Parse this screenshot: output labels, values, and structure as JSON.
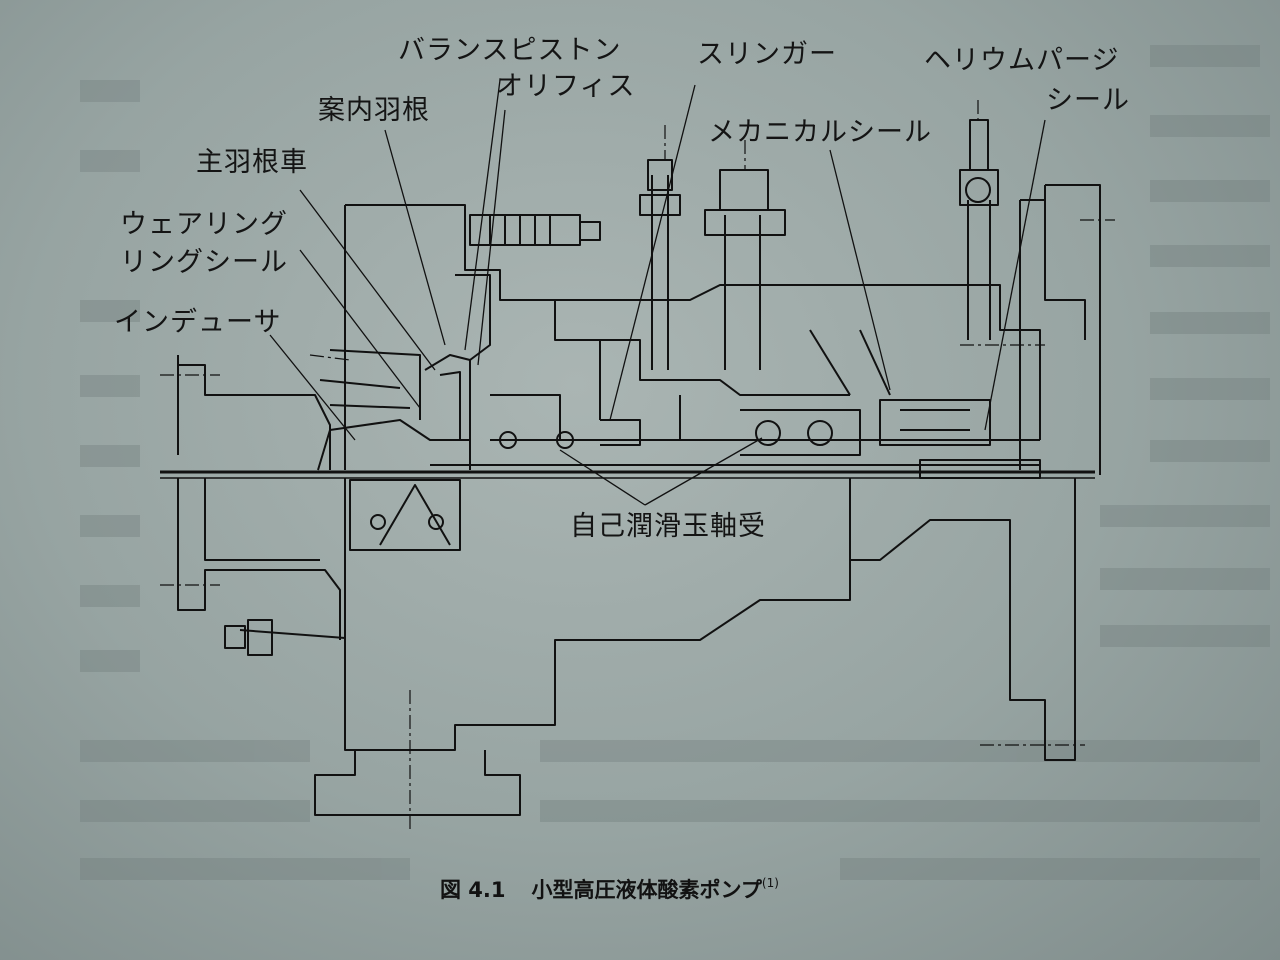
{
  "figure": {
    "labels": {
      "balance_piston": "バランスピストン",
      "orifice": "オリフィス",
      "slinger": "スリンガー",
      "helium_purge_1": "ヘリウムパージ",
      "helium_purge_2": "シール",
      "guide_vane": "案内羽根",
      "mechanical_seal": "メカニカルシール",
      "main_impeller": "主羽根車",
      "wear_ring_1": "ウェアリング",
      "wear_ring_2": "リングシール",
      "inducer": "インデューサ",
      "bearing": "自己潤滑玉軸受"
    },
    "caption": {
      "number": "図 4.1",
      "title": "小型高圧液体酸素ポンプ",
      "ref": "(1)"
    }
  }
}
